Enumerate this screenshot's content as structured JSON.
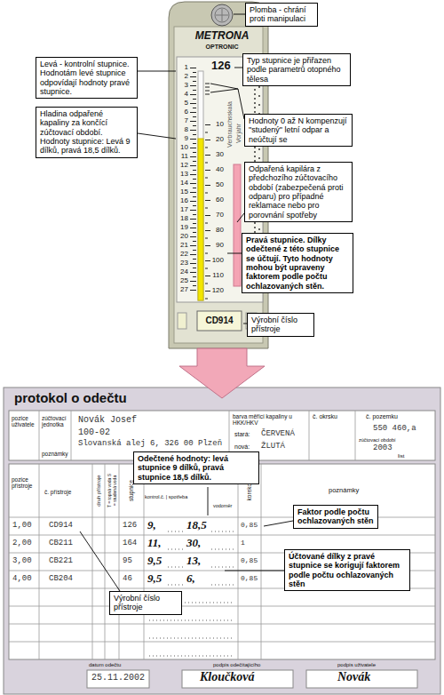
{
  "diagram": {
    "nodes": [
      {
        "text": [
          "Plomba - chrání proti manipulaci"
        ]
      },
      {
        "text": [
          "Levá - kontrolní stupnice. Hodnotám levé stupnice odpovídají hodnoty pravé stupnice."
        ]
      },
      {
        "text": [
          "Typ stupnice je přiřazen podle parametrů otopného tělesa"
        ]
      },
      {
        "text": [
          "Hodnoty 0 až N kompenzují \"studený\" letní odpar a neúčtují se"
        ]
      },
      {
        "text": [
          "Hladina odpařené kapaliny za končící zúčtovací období. Hodnoty stupnice: Levá 9 dílků, pravá 18,5 dílků."
        ]
      },
      {
        "text": [
          "Odpařená kapilára z předchozího zúčtovacího období (zabezpečená proti odparu) pro případné reklamace nebo pro porovnání spotřeby"
        ]
      },
      {
        "text": [
          "Pravá stupnice. Dílky odečtené z této stupnice se účtují. Tyto hodnoty mohou být upraveny faktorem podle počtu ochlazovaných stěn."
        ]
      },
      {
        "text": [
          "Výrobní číslo přístroje"
        ]
      },
      {
        "text": [
          "Odečtené hodnoty: levá stupnice 9 dílků, pravá stupnice 18,5 dílků."
        ]
      },
      {
        "text": [
          "Faktor podle počtu ochlazovaných stěn"
        ]
      },
      {
        "text": [
          "Účtované dílky z pravé stupnice se korigují faktorem podle počtu ochlazovaných stěn"
        ]
      },
      {
        "text": [
          "Výrobní číslo přístroje"
        ]
      }
    ],
    "labels": [
      "METRONA",
      "OPTRONIC",
      "126",
      "1",
      "2",
      "3",
      "4",
      "5",
      "6",
      "7",
      "8",
      "9",
      "10",
      "11",
      "12",
      "13",
      "14",
      "15",
      "16",
      "17",
      "18",
      "19",
      "20",
      "21",
      "22",
      "23",
      "24",
      "25",
      "27",
      "10",
      "20",
      "30",
      "40",
      "50",
      "60",
      "70",
      "80",
      "90",
      "100",
      "110",
      "120",
      "Verbrauchsskala",
      "Vorjahr",
      "CD914",
      "protokol o odečtu",
      "pozice uživatele",
      "zúčtovací jednotka",
      "Novák Josef",
      "100-02",
      "Slovanská alej 6, 326 00 Plzeň",
      "poznámky",
      "barva měřicí kapaliny u HKK/HKV",
      "stará:",
      "ČERVENÁ",
      "nová:",
      "ŽLUTÁ",
      "č. okrsku",
      "č. pozemku",
      "550 460,a",
      "zúčtovací období",
      "2003",
      "list",
      "pozice přístroje",
      "č. přístroje",
      "druh přístroje",
      "T = topná voda S = studená voda",
      "stupnice",
      "kontrol.č. | spotřeba",
      "vodoměr",
      "korekce",
      "poznámky",
      "1,00",
      "CD914",
      "126",
      "9,",
      "18,5",
      "0,85",
      "2,00",
      "CB211",
      "164",
      "11,",
      "30,",
      "1",
      "3,00",
      "CB221",
      "95",
      "9,5",
      "13,",
      "0,85",
      "4,00",
      "CB204",
      "46",
      "9,5",
      "6,",
      "0,85",
      "datum odečtu",
      "25.11.2002",
      "podpis odečítajícího",
      "Kloučková",
      "podpis uživatele",
      "Novák"
    ]
  }
}
